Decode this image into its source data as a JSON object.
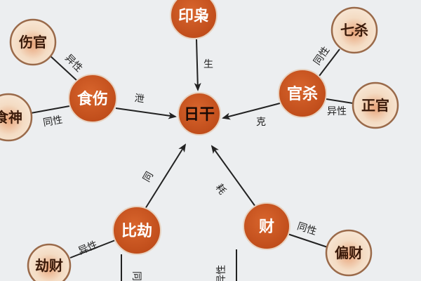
{
  "colors": {
    "main_node": "#c9541f",
    "sub_node": "#f1d2b4",
    "sub_border": "#9a6a4a",
    "line": "#222222",
    "background": "#eceef0"
  },
  "center": {
    "label": "日干"
  },
  "main_nodes": {
    "yinxiao": {
      "label": "印枭"
    },
    "shishang": {
      "label": "食伤"
    },
    "guansha": {
      "label": "官杀"
    },
    "bijie": {
      "label": "比劫"
    },
    "cai": {
      "label": "财"
    }
  },
  "sub_nodes": {
    "shangguan": {
      "label": "伤官"
    },
    "shishen": {
      "label": "食神"
    },
    "qisha": {
      "label": "七杀"
    },
    "zhengguan": {
      "label": "正官"
    },
    "jiecai": {
      "label": "劫财"
    },
    "piancai": {
      "label": "偏财"
    }
  },
  "edge_labels": {
    "sheng": "生",
    "xie": "泄",
    "ke": "克",
    "tong": "同",
    "hao": "耗",
    "shangguan_yixing": "异性",
    "shishen_tongxing": "同性",
    "qisha_tongxing": "同性",
    "zhengguan_yixing": "异性",
    "jiecai_yixing": "异性",
    "piancai_tongxing": "同性",
    "bijie_down": "同性",
    "cai_down": "异性"
  }
}
